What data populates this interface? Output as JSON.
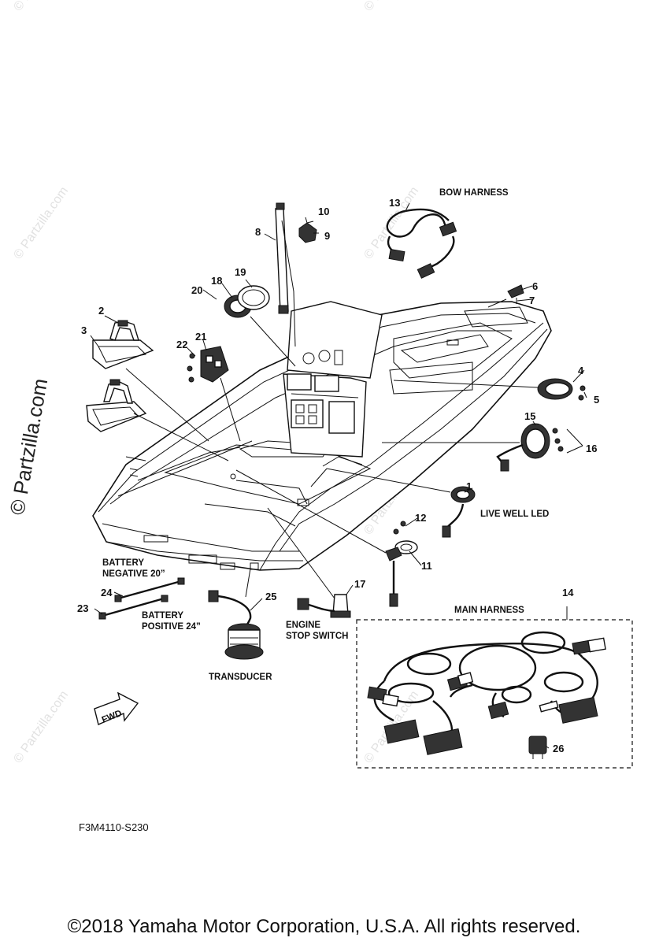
{
  "watermarks": {
    "side": "© Partzilla.com",
    "small": "© Partzilla.com"
  },
  "callouts": {
    "c1": "1",
    "c2": "2",
    "c3": "3",
    "c4": "4",
    "c5": "5",
    "c6": "6",
    "c7": "7",
    "c8": "8",
    "c9": "9",
    "c10": "10",
    "c11": "11",
    "c12": "12",
    "c13": "13",
    "c14": "14",
    "c15": "15",
    "c16": "16",
    "c17": "17",
    "c18": "18",
    "c19": "19",
    "c20": "20",
    "c21": "21",
    "c22": "22",
    "c23": "23",
    "c24": "24",
    "c25": "25",
    "c26": "26"
  },
  "labels": {
    "bow_harness": "BOW HARNESS",
    "live_well_led": "LIVE WELL LED",
    "main_harness": "MAIN HARNESS",
    "battery_negative_1": "BATTERY",
    "battery_negative_2": "NEGATIVE 20”",
    "battery_positive_1": "BATTERY",
    "battery_positive_2": "POSITIVE 24”",
    "engine_stop_1": "ENGINE",
    "engine_stop_2": "STOP SWITCH",
    "transducer": "TRANSDUCER",
    "fwd": "FWD"
  },
  "diagram_code": "F3M4110-S230",
  "copyright": "©2018  Yamaha Motor Corporation, U.S.A. All rights reserved."
}
